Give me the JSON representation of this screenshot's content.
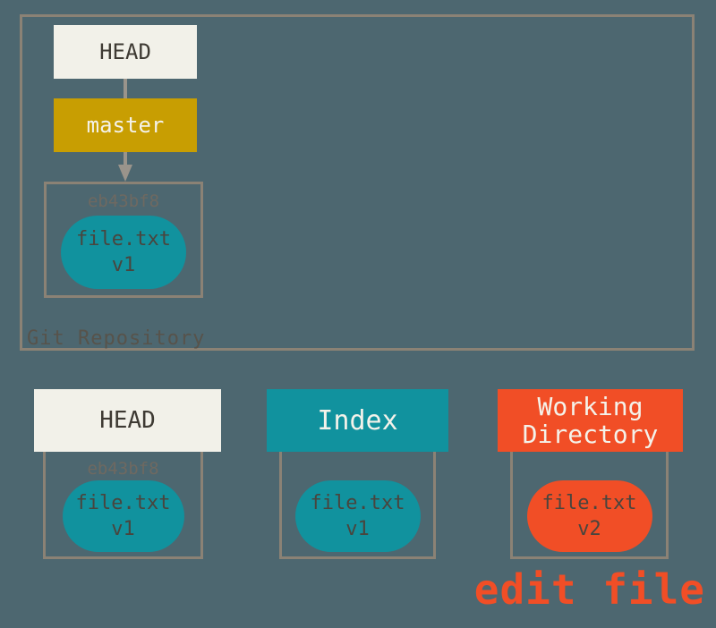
{
  "colors": {
    "background": "#4d6770",
    "border": "#8b8275",
    "line": "#9a948b",
    "cream": "#f2f1e9",
    "cream_text": "#3e3a33",
    "gold": "#c89e02",
    "teal": "#11929e",
    "red": "#f14e26",
    "white_text": "#f4f2ea",
    "pill_text": "#49453e",
    "hash_text": "#6e6961",
    "repo_label_text": "#57534b"
  },
  "repository": {
    "label": "Git Repository",
    "head_label": "HEAD",
    "branch_label": "master",
    "commit": {
      "hash": "eb43bf8",
      "file_name": "file.txt",
      "file_version": "v1"
    }
  },
  "sections": {
    "head": {
      "title": "HEAD",
      "hash": "eb43bf8",
      "file_name": "file.txt",
      "file_version": "v1"
    },
    "index": {
      "title": "Index",
      "file_name": "file.txt",
      "file_version": "v1"
    },
    "working_directory": {
      "title": "Working Directory",
      "file_name": "file.txt",
      "file_version": "v2"
    }
  },
  "annotation": {
    "label": "edit file"
  }
}
